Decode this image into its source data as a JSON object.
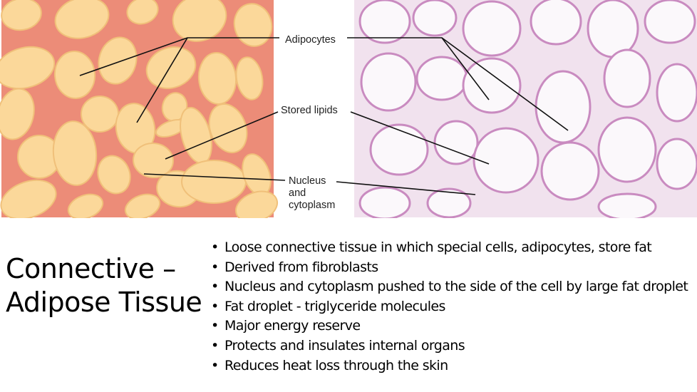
{
  "figure": {
    "labels": {
      "adipocytes": "Adipocytes",
      "stored_lipids": "Stored lipids",
      "nucleus_line1": "Nucleus",
      "nucleus_line2": "and",
      "nucleus_line3": "cytoplasm"
    },
    "colors": {
      "illustration_bg": "#ec8c78",
      "cell_fill": "#fbd89a",
      "micro_bg": "#f1e2ee",
      "micro_border": "#c98bc0"
    }
  },
  "title": {
    "line1": "Connective –",
    "line2": "Adipose Tissue"
  },
  "bullets": [
    "Loose connective tissue in which special cells, adipocytes, store fat",
    "Derived from fibroblasts",
    "Nucleus and cytoplasm pushed to the side of the cell by large fat droplet",
    "Fat droplet - triglyceride molecules",
    "Major energy reserve",
    "Protects and insulates internal organs",
    "Reduces heat loss through the skin"
  ]
}
